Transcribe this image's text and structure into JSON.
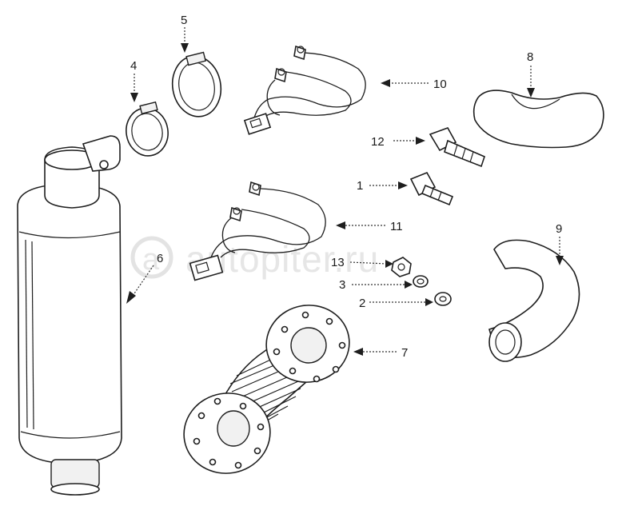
{
  "diagram": {
    "watermark": "autopiter.ru",
    "callouts": [
      {
        "id": "1",
        "label": "1"
      },
      {
        "id": "2",
        "label": "2"
      },
      {
        "id": "3",
        "label": "3"
      },
      {
        "id": "4",
        "label": "4"
      },
      {
        "id": "5",
        "label": "5"
      },
      {
        "id": "6",
        "label": "6"
      },
      {
        "id": "7",
        "label": "7"
      },
      {
        "id": "8",
        "label": "8"
      },
      {
        "id": "9",
        "label": "9"
      },
      {
        "id": "10",
        "label": "10"
      },
      {
        "id": "11",
        "label": "11"
      },
      {
        "id": "12",
        "label": "12"
      },
      {
        "id": "13",
        "label": "13"
      }
    ]
  }
}
